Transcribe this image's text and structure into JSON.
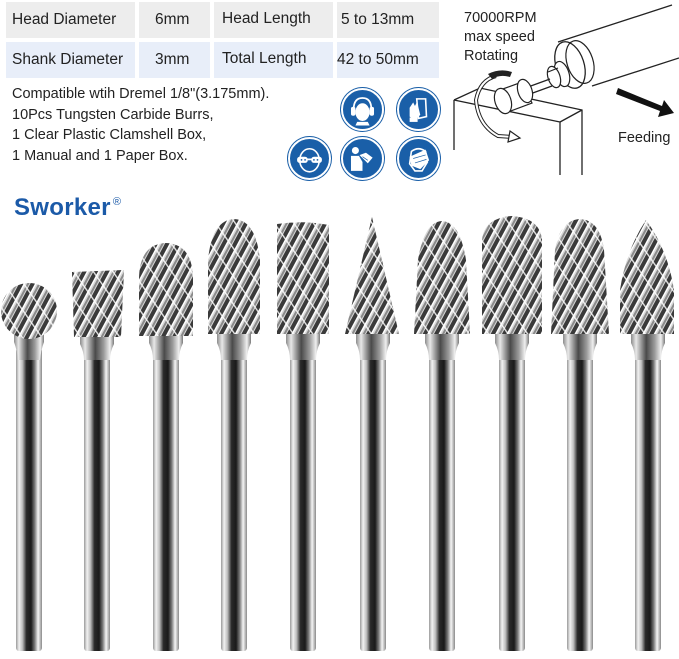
{
  "spec_table": {
    "rows": [
      {
        "label1": "Head Diameter",
        "value1": "6mm",
        "label2": "Head Length",
        "value2": "5 to 13mm"
      },
      {
        "label1": "Shank Diameter",
        "value1": "3mm",
        "label2": "Total Length",
        "value2": "42 to 50mm"
      }
    ],
    "row_colors": [
      "#ededed",
      "#e8eef9"
    ]
  },
  "description": {
    "lines": [
      "Compatible wtih Dremel 1/8\"(3.175mm).",
      "10Pcs Tungsten Carbide Burrs,",
      "1 Clear Plastic Clamshell Box,",
      "1 Manual and 1 Paper Box."
    ]
  },
  "safety_icons": [
    {
      "name": "ear-protection-icon"
    },
    {
      "name": "gloves-icon"
    },
    {
      "name": "eye-protection-icon"
    },
    {
      "name": "read-manual-icon"
    },
    {
      "name": "face-mask-icon"
    }
  ],
  "diagram": {
    "speed": "70000RPM",
    "speed_label": "max speed",
    "rotating_label": "Rotating",
    "feeding_label": "Feeding"
  },
  "brand": {
    "name": "Sworker",
    "mark": "®",
    "color": "#1b5aa8"
  },
  "burrs": [
    {
      "shape": "ball"
    },
    {
      "shape": "inverted-cone"
    },
    {
      "shape": "oval"
    },
    {
      "shape": "tree-round"
    },
    {
      "shape": "cylinder"
    },
    {
      "shape": "cone-pointed"
    },
    {
      "shape": "tree-round-small"
    },
    {
      "shape": "ball-nose-cylinder"
    },
    {
      "shape": "tree-round-tall"
    },
    {
      "shape": "flame"
    }
  ],
  "colors": {
    "accent_blue": "#1a5fa8"
  }
}
